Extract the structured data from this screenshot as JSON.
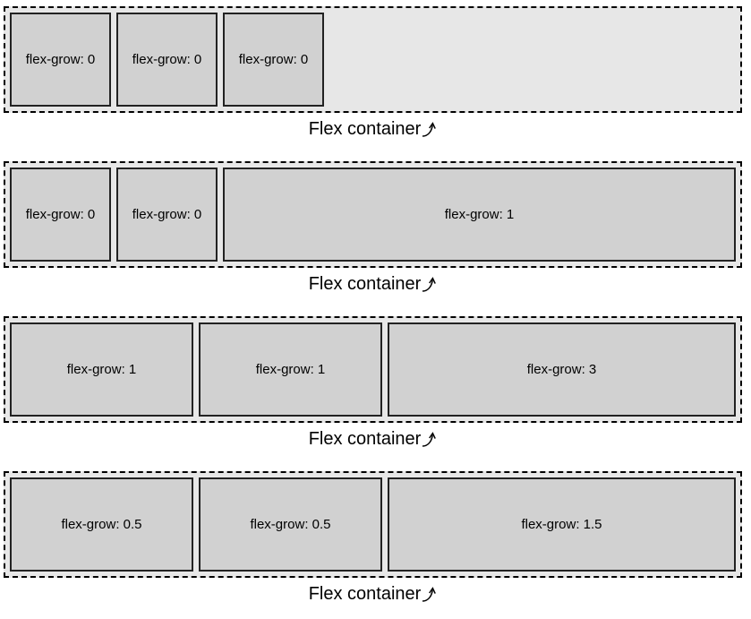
{
  "colors": {
    "page_bg": "#ffffff",
    "container_bg": "#e7e7e7",
    "container_border": "#000000",
    "item_bg": "#d1d1d1",
    "item_border": "#222222",
    "text": "#000000"
  },
  "sections": [
    {
      "label": "Flex container",
      "arrow_icon": "curved-up-right-arrow",
      "items": [
        {
          "text": "flex-grow: 0",
          "grow": 0
        },
        {
          "text": "flex-grow: 0",
          "grow": 0
        },
        {
          "text": "flex-grow: 0",
          "grow": 0
        }
      ]
    },
    {
      "label": "Flex container",
      "arrow_icon": "curved-up-right-arrow",
      "items": [
        {
          "text": "flex-grow: 0",
          "grow": 0
        },
        {
          "text": "flex-grow: 0",
          "grow": 0
        },
        {
          "text": "flex-grow: 1",
          "grow": 1
        }
      ]
    },
    {
      "label": "Flex container",
      "arrow_icon": "curved-up-right-arrow",
      "items": [
        {
          "text": "flex-grow: 1",
          "grow": 1
        },
        {
          "text": "flex-grow: 1",
          "grow": 1
        },
        {
          "text": "flex-grow: 3",
          "grow": 3
        }
      ]
    },
    {
      "label": "Flex container",
      "arrow_icon": "curved-up-right-arrow",
      "items": [
        {
          "text": "flex-grow: 0.5",
          "grow": 0.5
        },
        {
          "text": "flex-grow: 0.5",
          "grow": 0.5
        },
        {
          "text": "flex-grow: 1.5",
          "grow": 1.5
        }
      ]
    }
  ]
}
